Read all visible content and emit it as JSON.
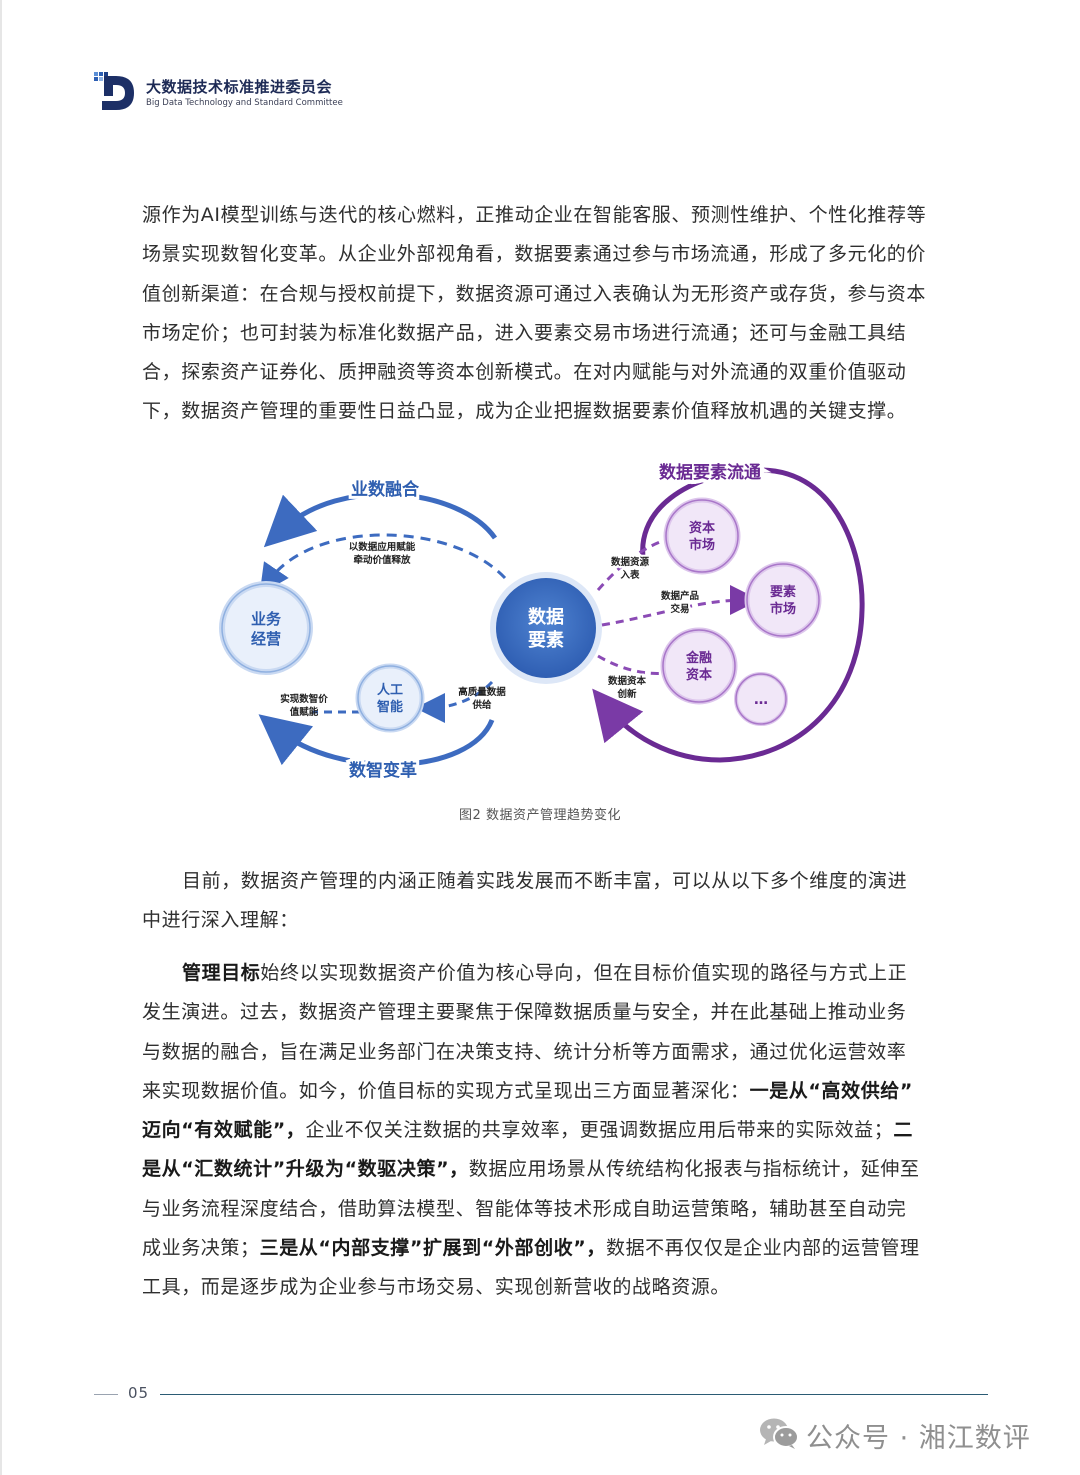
{
  "header": {
    "org_name_cn": "大数据技术标准推进委员会",
    "org_name_en": "Big Data Technology and Standard Committee"
  },
  "intro_lines": [
    "源作为AI模型训练与迭代的核心燃料，正推动企业在智能客服、预测性维护、个性化推荐等",
    "场景实现数智化变革。从企业外部视角看，数据要素通过参与市场流通，形成了多元化的价",
    "值创新渠道：在合规与授权前提下，数据资源可通过入表确认为无形资产或存货，参与资本",
    "市场定价；也可封装为标准化数据产品，进入要素交易市场进行流通；还可与金融工具结",
    "合，探索资产证券化、质押融资等资本创新模式。在对内赋能与对外流通的双重价值驱动",
    "下，数据资产管理的重要性日益凸显，成为企业把握数据要素价值释放机遇的关键支撑。"
  ],
  "diagram": {
    "left_top_label": "业数融合",
    "left_bottom_label": "数智变革",
    "right_title": "数据要素流通",
    "center_node": [
      "数据",
      "要素"
    ],
    "business_node": [
      "业务",
      "经营"
    ],
    "ai_node": [
      "人工",
      "智能"
    ],
    "capital_market_node": [
      "资本",
      "市场"
    ],
    "factor_market_node": [
      "要素",
      "市场"
    ],
    "finance_capital_node": [
      "金融",
      "资本"
    ],
    "more_node": "…",
    "label_drive": [
      "以数据应用赋能",
      "牵动价值释放"
    ],
    "label_supply": [
      "高质量数据",
      "供给"
    ],
    "label_empower": [
      "实现数智价",
      "值赋能"
    ],
    "label_resource": [
      "数据资源",
      "入表"
    ],
    "label_product": [
      "数据产品",
      "交易"
    ],
    "label_capital": [
      "数据资本",
      "创新"
    ],
    "colors": {
      "blue_dark": "#2f5fb0",
      "blue_mid": "#4a78c4",
      "blue_light": "#e9f0fb",
      "purple_dark": "#6a2a93",
      "purple_mid": "#8b4bb5",
      "purple_light": "#f1e7f8"
    }
  },
  "caption": "图2 数据资产管理趋势变化",
  "para2_lines": [
    "目前，数据资产管理的内涵正随着实践发展而不断丰富，可以从以下多个维度的演进",
    "中进行深入理解："
  ],
  "para3": {
    "l1_bold": "管理目标",
    "l1_rest": "始终以实现数据资产价值为核心导向，但在目标价值实现的路径与方式上正",
    "l2": "发生演进。过去，数据资产管理主要聚焦于保障数据质量与安全，并在此基础上推动业务",
    "l3": "与数据的融合，旨在满足业务部门在决策支持、统计分析等方面需求，通过优化运营效率",
    "l4_plain": "来实现数据价值。如今，价值目标的实现方式呈现出三方面显著深化：",
    "l4_bold": "一是从“高效供给”",
    "l5_bold": "迈向“有效赋能”，",
    "l5_plain": "企业不仅关注数据的共享效率，更强调数据应用后带来的实际效益；",
    "l5_bold2": "二",
    "l6_bold": "是从“汇数统计”升级为“数驱决策”，",
    "l6_plain": "数据应用场景从传统结构化报表与指标统计，延伸至",
    "l7": "与业务流程深度结合，借助算法模型、智能体等技术形成自助运营策略，辅助甚至自动完",
    "l8_plain": "成业务决策；",
    "l8_bold": "三是从“内部支撑”扩展到“外部创收”，",
    "l8_plain2": "数据不再仅仅是企业内部的运营管理",
    "l9": "工具，而是逐步成为企业参与市场交易、实现创新营收的战略资源。"
  },
  "footer": {
    "page_number": "05",
    "watermark": "公众号 · 湘江数评"
  }
}
